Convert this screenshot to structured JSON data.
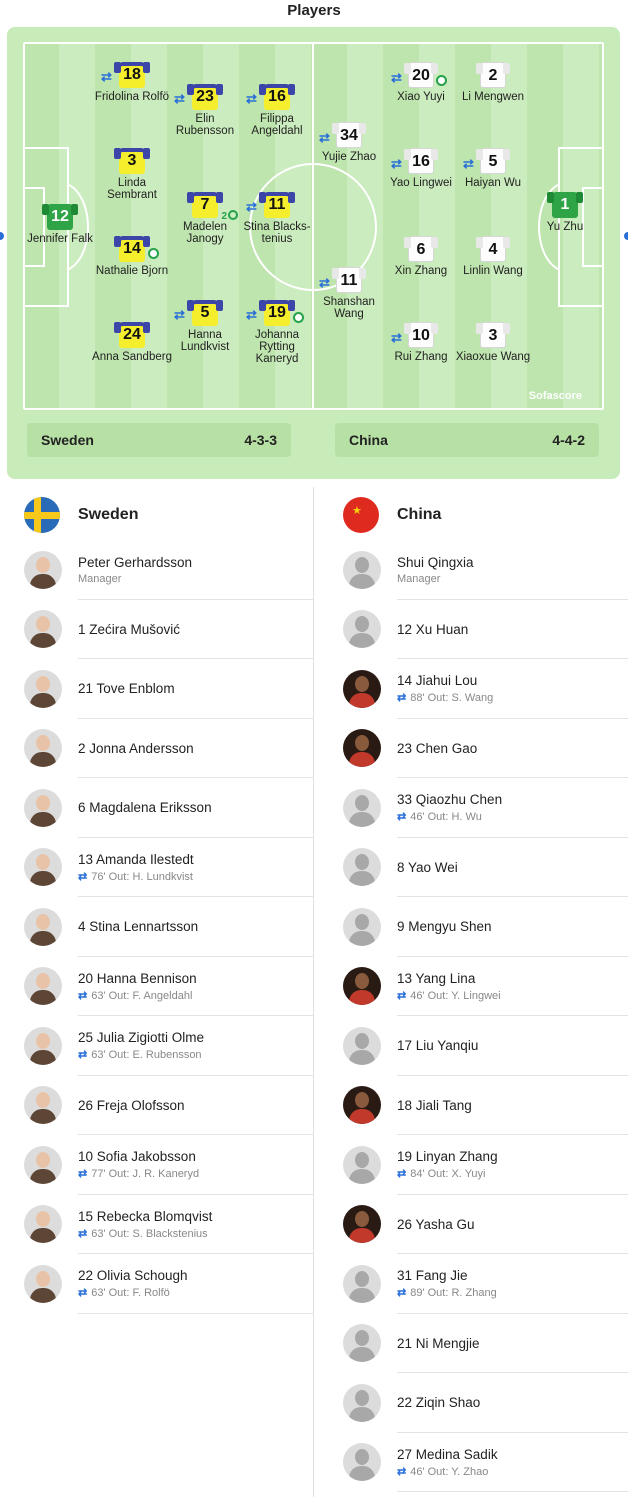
{
  "title": "Players",
  "brand": "Sofascore",
  "home": {
    "name": "Sweden",
    "formation": "4-3-3"
  },
  "away": {
    "name": "China",
    "formation": "4-4-2"
  },
  "pitch_home": [
    {
      "num": "12",
      "name": "Jennifer Falk",
      "gk": true,
      "sub": false,
      "goal": ""
    },
    {
      "num": "18",
      "name": "Fridolina Rolfö",
      "sub": true,
      "goal": ""
    },
    {
      "num": "3",
      "name": "Linda Sembrant",
      "sub": false,
      "goal": ""
    },
    {
      "num": "14",
      "name": "Nathalie Bjorn",
      "sub": false,
      "goal": "1"
    },
    {
      "num": "24",
      "name": "Anna Sandberg",
      "sub": false,
      "goal": ""
    },
    {
      "num": "23",
      "name": "Elin Rubensson",
      "sub": true,
      "goal": ""
    },
    {
      "num": "7",
      "name": "Madelen Janogy",
      "sub": false,
      "goal": "2"
    },
    {
      "num": "5",
      "name": "Hanna Lundkvist",
      "sub": true,
      "goal": ""
    },
    {
      "num": "16",
      "name": "Filippa Angeldahl",
      "sub": true,
      "goal": ""
    },
    {
      "num": "11",
      "name": "Stina Blacks-tenius",
      "sub": true,
      "goal": ""
    },
    {
      "num": "19",
      "name": "Johanna Rytting Kaneryd",
      "sub": true,
      "goal": "1"
    }
  ],
  "pitch_away": [
    {
      "num": "34",
      "name": "Yujie Zhao",
      "sub": true,
      "goal": ""
    },
    {
      "num": "11",
      "name": "Shanshan Wang",
      "sub": true,
      "goal": ""
    },
    {
      "num": "20",
      "name": "Xiao Yuyi",
      "sub": true,
      "goal": "1"
    },
    {
      "num": "16",
      "name": "Yao Lingwei",
      "sub": true,
      "goal": ""
    },
    {
      "num": "6",
      "name": "Xin Zhang",
      "sub": false,
      "goal": ""
    },
    {
      "num": "10",
      "name": "Rui Zhang",
      "sub": true,
      "goal": ""
    },
    {
      "num": "2",
      "name": "Li Mengwen",
      "sub": false,
      "goal": ""
    },
    {
      "num": "5",
      "name": "Haiyan Wu",
      "sub": true,
      "goal": ""
    },
    {
      "num": "4",
      "name": "Linlin Wang",
      "sub": false,
      "goal": ""
    },
    {
      "num": "3",
      "name": "Xiaoxue Wang",
      "sub": false,
      "goal": ""
    },
    {
      "num": "1",
      "name": "Yu Zhu",
      "gk": true,
      "sub": false,
      "goal": ""
    }
  ],
  "subs_home": [
    {
      "name": "Peter Gerhardsson",
      "sub": "Manager",
      "manager": true
    },
    {
      "name": "1 Zećira Mušović",
      "sub": ""
    },
    {
      "name": "21 Tove Enblom",
      "sub": ""
    },
    {
      "name": "2 Jonna Andersson",
      "sub": ""
    },
    {
      "name": "6 Magdalena Eriksson",
      "sub": ""
    },
    {
      "name": "13 Amanda Ilestedt",
      "sub": "76' Out:  H. Lundkvist"
    },
    {
      "name": "4 Stina Lennartsson",
      "sub": ""
    },
    {
      "name": "20 Hanna Bennison",
      "sub": "63' Out:  F. Angeldahl"
    },
    {
      "name": "25 Julia Zigiotti Olme",
      "sub": "63' Out:  E. Rubensson"
    },
    {
      "name": "26 Freja Olofsson",
      "sub": ""
    },
    {
      "name": "10 Sofia Jakobsson",
      "sub": "77' Out:  J. R. Kaneryd"
    },
    {
      "name": "15 Rebecka Blomqvist",
      "sub": "63' Out:  S. Blackstenius"
    },
    {
      "name": "22 Olivia Schough",
      "sub": "63' Out:  F. Rolfö"
    }
  ],
  "subs_away": [
    {
      "name": "Shui Qingxia",
      "sub": "Manager",
      "manager": true
    },
    {
      "name": "12 Xu Huan",
      "sub": ""
    },
    {
      "name": "14 Jiahui Lou",
      "sub": "88' Out:  S. Wang",
      "photo": "dark"
    },
    {
      "name": "23 Chen Gao",
      "sub": "",
      "photo": "dark"
    },
    {
      "name": "33 Qiaozhu Chen",
      "sub": "46' Out:  H. Wu"
    },
    {
      "name": "8 Yao Wei",
      "sub": ""
    },
    {
      "name": "9 Mengyu Shen",
      "sub": ""
    },
    {
      "name": "13 Yang Lina",
      "sub": "46' Out:  Y. Lingwei",
      "photo": "dark"
    },
    {
      "name": "17 Liu Yanqiu",
      "sub": ""
    },
    {
      "name": "18 Jiali Tang",
      "sub": "",
      "photo": "dark"
    },
    {
      "name": "19 Linyan Zhang",
      "sub": "84' Out:  X. Yuyi"
    },
    {
      "name": "26 Yasha Gu",
      "sub": "",
      "photo": "dark"
    },
    {
      "name": "31 Fang Jie",
      "sub": "89' Out:  R. Zhang"
    },
    {
      "name": "21 Ni Mengjie",
      "sub": ""
    },
    {
      "name": "22 Ziqin Shao",
      "sub": ""
    },
    {
      "name": "27 Medina Sadik",
      "sub": "46' Out:  Y. Zhao"
    }
  ]
}
